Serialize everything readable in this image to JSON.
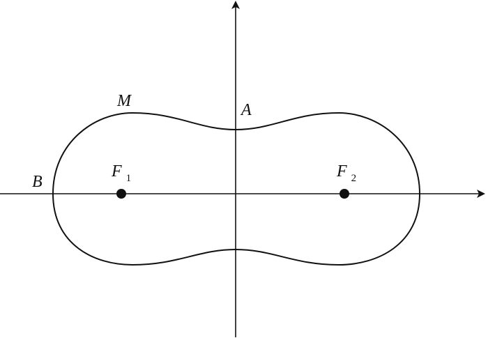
{
  "figure": {
    "labels": {
      "M": "M",
      "A": "A",
      "B": "B",
      "F1_main": "F",
      "F1_sub": "1",
      "F2_main": "F",
      "F2_sub": "2"
    },
    "colors": {
      "stroke": "#111111",
      "background": "#ffffff"
    },
    "curve_type": "Cassini oval (peanut-shaped) symmetric about both axes",
    "points": [
      "F1",
      "F2"
    ]
  }
}
